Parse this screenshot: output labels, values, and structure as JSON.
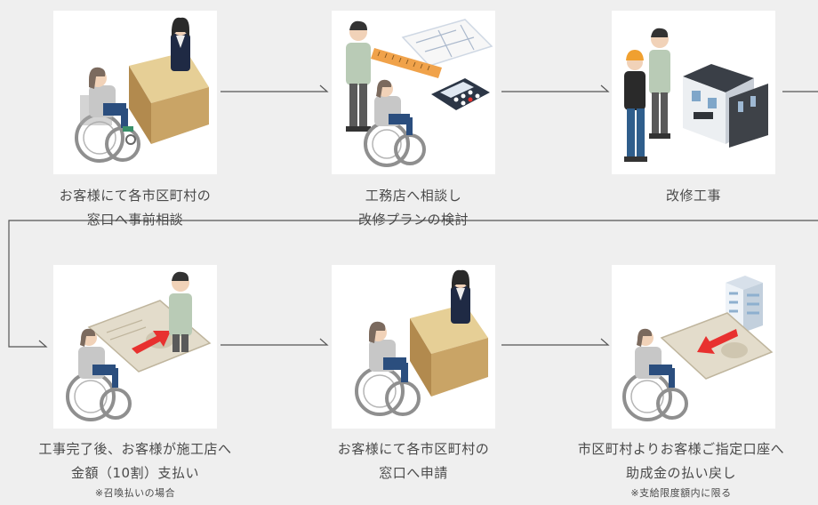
{
  "steps": [
    {
      "lines": [
        "お客様にて各市区町村の",
        "窓口へ事前相談"
      ],
      "note": ""
    },
    {
      "lines": [
        "工務店へ相談し",
        "改修プランの検討"
      ],
      "note": ""
    },
    {
      "lines": [
        "改修工事"
      ],
      "note": ""
    },
    {
      "lines": [
        "工事完了後、お客様が施工店へ",
        "金額（10割）支払い"
      ],
      "note": "※召喚払いの場合"
    },
    {
      "lines": [
        "お客様にて各市区町村の",
        "窓口へ申請"
      ],
      "note": ""
    },
    {
      "lines": [
        "市区町村よりお客様ご指定口座へ",
        "助成金の払い戻し"
      ],
      "note": "※支給限度額内に限る"
    }
  ],
  "colors": {
    "background": "#efefef",
    "card": "#ffffff",
    "line": "#555555",
    "arrow_red": "#e8312f"
  }
}
